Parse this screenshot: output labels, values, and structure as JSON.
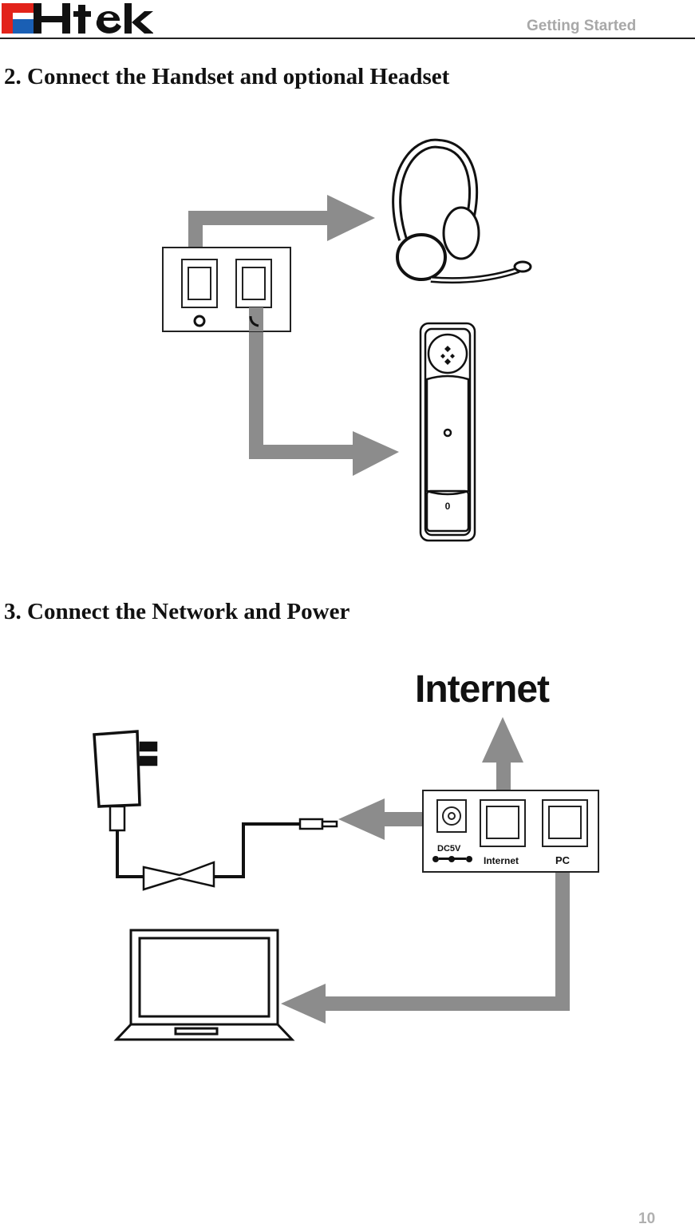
{
  "header": {
    "logo_text": "Htek",
    "section": "Getting Started"
  },
  "section2": {
    "title": "2. Connect the Handset and optional Headset"
  },
  "section3": {
    "title": "3. Connect the Network and Power",
    "internet_label": "Internet",
    "port_labels": {
      "dc": "DC5V",
      "internet": "Internet",
      "pc": "PC"
    }
  },
  "footer": {
    "page_number": "10"
  },
  "colors": {
    "logo_red": "#e2231a",
    "logo_blue": "#1a5fb4",
    "arrow_gray": "#8c8c8c",
    "header_gray": "#a8a8a8"
  }
}
